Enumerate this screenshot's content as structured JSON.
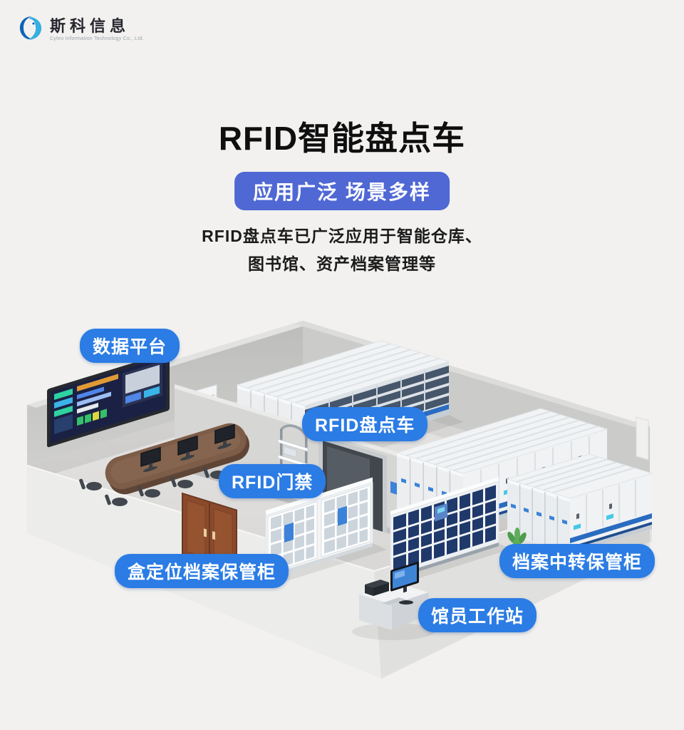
{
  "logo": {
    "name": "斯科信息",
    "subtitle": "Cyleo Information Technology Co., Ltd."
  },
  "header": {
    "title": "RFID智能盘点车",
    "tagline": "应用广泛 场景多样",
    "description_line1": "RFID盘点车已广泛应用于智能仓库、",
    "description_line2": "图书馆、资产档案管理等"
  },
  "callouts": {
    "data_platform": {
      "label": "数据平台"
    },
    "rfid_cart": {
      "label": "RFID盘点车"
    },
    "rfid_access": {
      "label": "RFID门禁"
    },
    "box_locating_cabinet": {
      "label": "盒定位档案保管柜"
    },
    "transfer_cabinet": {
      "label": "档案中转保管柜"
    },
    "librarian_workstation": {
      "label": "馆员工作站"
    }
  },
  "colors": {
    "background": "#f2f1ef",
    "callout_blue": "#2b7ce4",
    "tagline_blue": "#4f68d4",
    "title_color": "#0f0f0f",
    "shelf_accent_blue": "#2a6cc0",
    "screen_navy": "#1b2144"
  }
}
